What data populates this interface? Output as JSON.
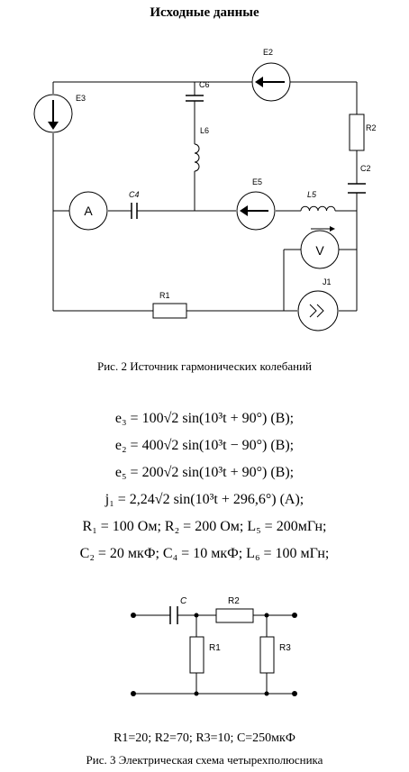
{
  "title": "Исходные данные",
  "figure2": {
    "caption": "Рис. 2 Источник гармонических колебаний",
    "labels": {
      "E2": "E2",
      "E3": "E3",
      "E5": "E5",
      "C6": "C6",
      "L6": "L6",
      "C4": "C4",
      "L5": "L5",
      "R2": "R2",
      "C2": "C2",
      "R1": "R1",
      "J1": "J1",
      "ammeter": "A",
      "voltmeter": "V"
    }
  },
  "formulas": [
    "e₃ = 100√2 sin(10³t + 90°)  (В);",
    "e₂ = 400√2 sin(10³t − 90°)  (В);",
    "e₅ = 200√2 sin(10³t + 90°)  (В);",
    "j₁ = 2,24√2 sin(10³t + 296,6°)  (А);",
    "R₁ = 100 Ом; R₂ = 200 Ом; L₅ = 200мГн;",
    "C₂ = 20 мкФ; C₄ = 10 мкФ; L₆ = 100 мГн;"
  ],
  "figure3": {
    "labels": {
      "C": "C",
      "R1": "R1",
      "R2": "R2",
      "R3": "R3"
    },
    "params": "R1=20; R2=70; R3=10; C=250мкФ",
    "caption": "Рис. 3 Электрическая схема четырехполюсника"
  }
}
